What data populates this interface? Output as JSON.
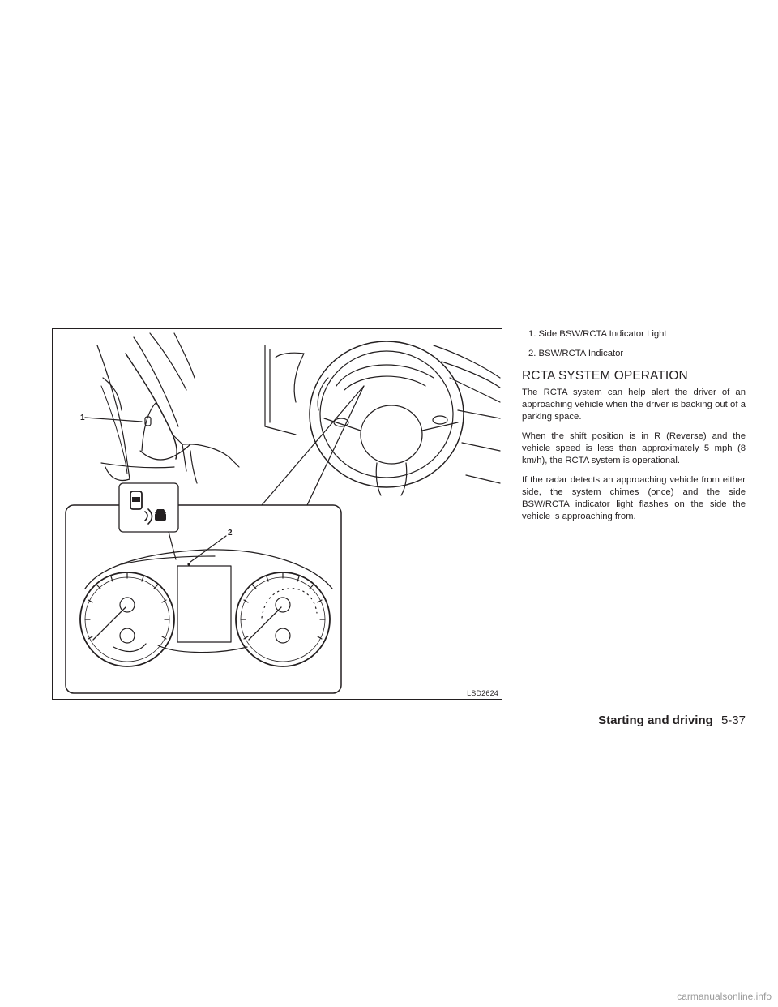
{
  "figure": {
    "callouts": [
      "1",
      "2"
    ],
    "code": "LSD2624"
  },
  "legend": [
    "1. Side BSW/RCTA Indicator Light",
    "2. BSW/RCTA Indicator"
  ],
  "heading": "RCTA SYSTEM OPERATION",
  "paragraphs": [
    "The RCTA system can help alert the driver of an approaching vehicle when the driver is backing out of a parking space.",
    "When the shift position is in R (Reverse) and the vehicle speed is less than approximately 5 mph (8 km/h), the RCTA system is operational.",
    "If the radar detects an approaching vehicle from either side, the system chimes (once) and the side BSW/RCTA indicator light flashes on the side the vehicle is approaching from."
  ],
  "footer": {
    "section": "Starting and driving",
    "page": "5-37"
  },
  "watermark": "carmanualsonline.info"
}
